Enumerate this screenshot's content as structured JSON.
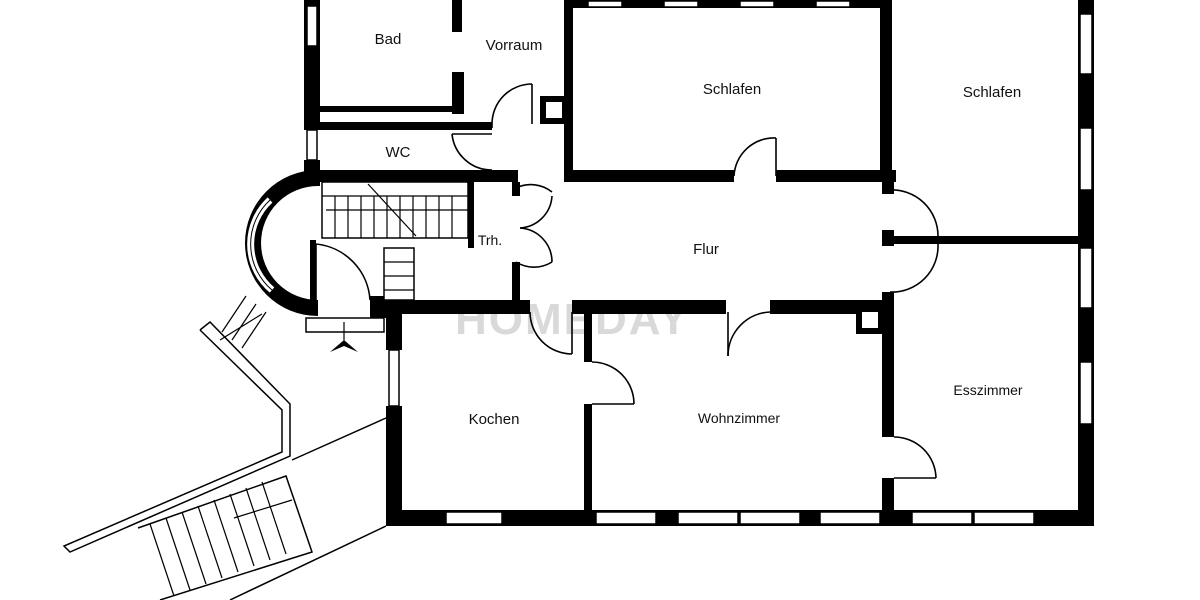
{
  "plan": {
    "watermark": "HOMEDAY",
    "rooms": [
      {
        "id": "bad",
        "label": "Bad"
      },
      {
        "id": "vorraum",
        "label": "Vorraum"
      },
      {
        "id": "schlafen-1",
        "label": "Schlafen"
      },
      {
        "id": "schlafen-2",
        "label": "Schlafen"
      },
      {
        "id": "wc",
        "label": "WC"
      },
      {
        "id": "trh",
        "label": "Trh."
      },
      {
        "id": "flur",
        "label": "Flur"
      },
      {
        "id": "kochen",
        "label": "Kochen"
      },
      {
        "id": "wohnzimmer",
        "label": "Wohnzimmer"
      },
      {
        "id": "esszimmer",
        "label": "Esszimmer"
      }
    ]
  }
}
